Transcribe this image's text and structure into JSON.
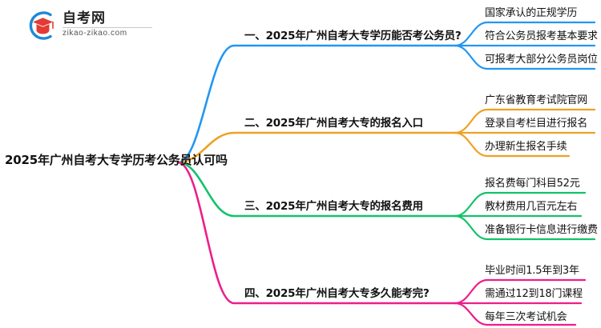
{
  "logo": {
    "title": "自考网",
    "subtitle": "zikao-zikao.com",
    "mark_name": "graduation-cap-logo",
    "arc_color": "#1E88D8",
    "cap_color": "#E23B34"
  },
  "mindmap": {
    "root": {
      "label": "2025年广州自考大专学历考公务员认可吗"
    },
    "branches": [
      {
        "label": "一、2025年广州自考大专学历能否考公务员?",
        "color": "#2196F3",
        "children": [
          "国家承认的正规学历",
          "符合公务员报考基本要求",
          "可报考大部分公务员岗位"
        ]
      },
      {
        "label": "二、2025年广州自考大专的报名入口",
        "color": "#EFA124",
        "children": [
          "广东省教育考试院官网",
          "登录自考栏目进行报名",
          "办理新生报名手续"
        ]
      },
      {
        "label": "三、2025年广州自考大专的报名费用",
        "color": "#13C26B",
        "children": [
          "报名费每门科目52元",
          "教材费用几百元左右",
          "准备银行卡信息进行缴费"
        ]
      },
      {
        "label": "四、2025年广州自考大专多久能考完?",
        "color": "#EE1D8A",
        "children": [
          "毕业时间1.5年到3年",
          "需通过12到18门课程",
          "每年三次考试机会"
        ]
      }
    ]
  }
}
